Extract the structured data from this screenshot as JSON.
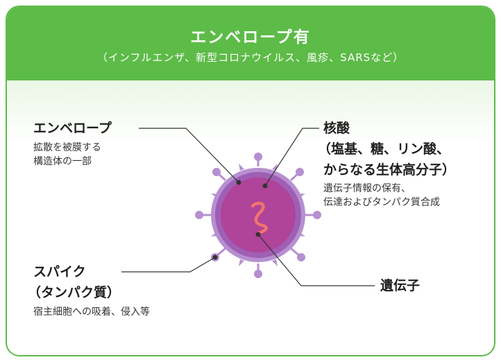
{
  "header": {
    "title": "エンベロープ有",
    "subtitle": "（インフルエンザ、新型コロナウイルス、風疹、SARSなど）"
  },
  "labels": {
    "envelope": {
      "title": "エンベロープ",
      "desc_1": "拡散を被膜する",
      "desc_2": "構造体の一部"
    },
    "nucleic_acid": {
      "title_1": "核酸",
      "title_2": "（塩基、糖、リン酸、",
      "title_3": "からなる生体高分子）",
      "desc_1": "遺伝子情報の保有、",
      "desc_2": "伝達およびタンパク質合成"
    },
    "spike": {
      "title_1": "スパイク",
      "title_2": "（タンパク質）",
      "desc": "宿主細胞への吸着、侵入等"
    },
    "gene": {
      "title": "遺伝子"
    }
  },
  "colors": {
    "header_green": "#5dbb48",
    "envelope_outer": "#b68fd0",
    "envelope_inner": "#9f5fb4",
    "core": "#b0439a",
    "spike": "#b68fd0",
    "gene_strand": "#f0746e"
  }
}
